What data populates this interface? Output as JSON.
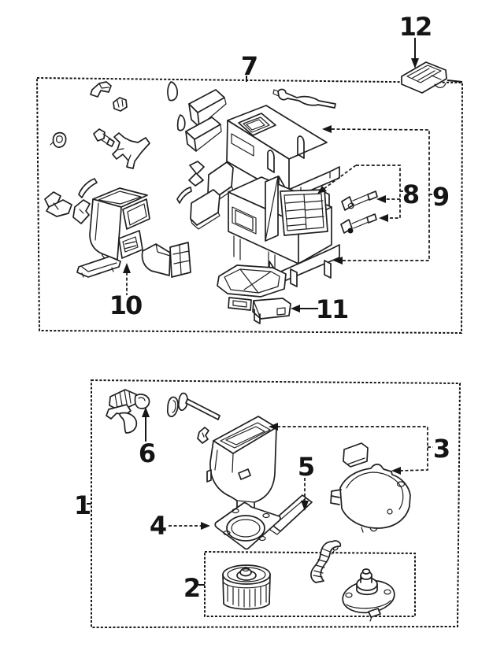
{
  "figure": {
    "kind": "exploded-parts-diagram",
    "background": "#ffffff",
    "line_color": "#1f1f1f"
  },
  "callouts": {
    "c1": "1",
    "c2": "2",
    "c3": "3",
    "c4": "4",
    "c5": "5",
    "c6": "6",
    "c7": "7",
    "c8": "8",
    "c9": "9",
    "c10": "10",
    "c11": "11",
    "c12": "12"
  }
}
